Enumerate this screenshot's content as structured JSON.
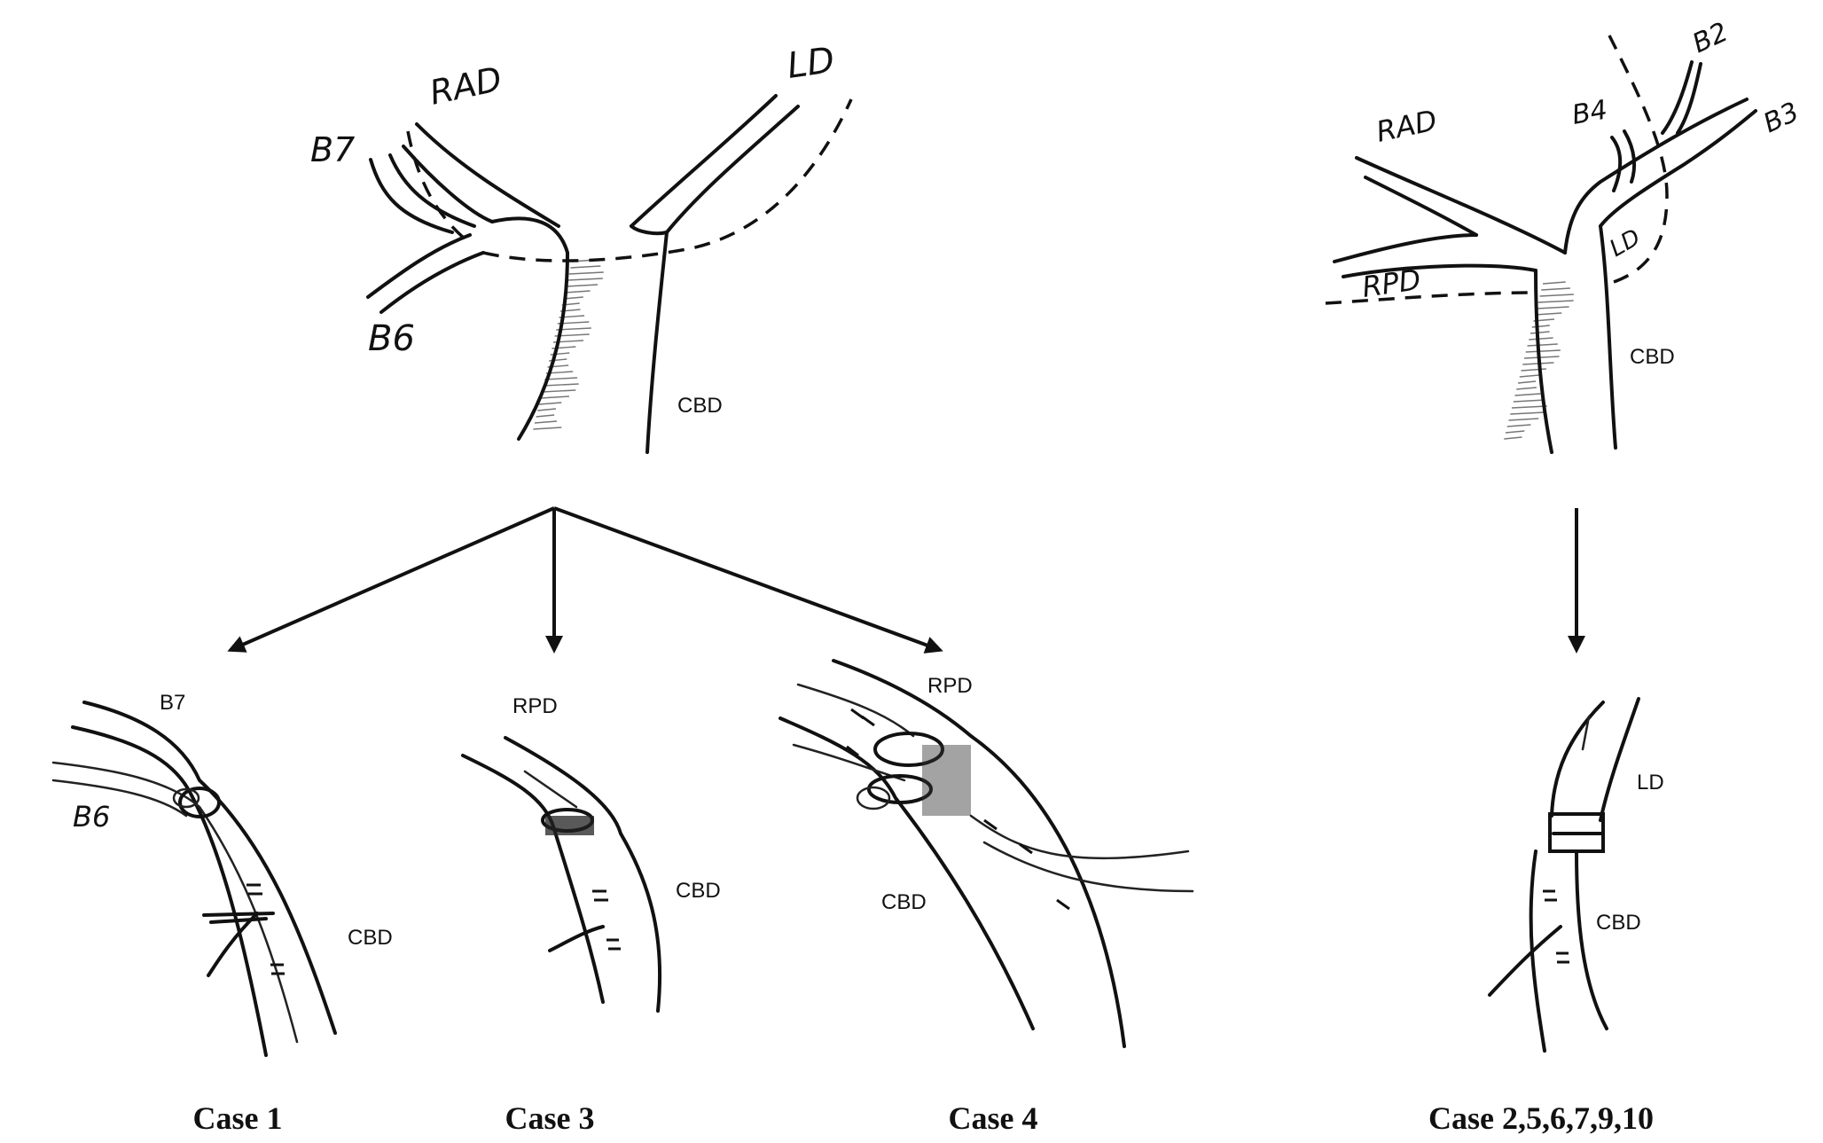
{
  "top_left_labels": {
    "rad": "RAD",
    "ld": "LD",
    "b7": "B7",
    "b6": "B6",
    "cbd": "CBD"
  },
  "top_right_labels": {
    "rad": "RAD",
    "b4": "B4",
    "b2": "B2",
    "b3": "B3",
    "rpd": "RPD",
    "ld": "LD",
    "cbd": "CBD"
  },
  "case1_labels": {
    "b7": "B7",
    "b6": "B6",
    "cbd": "CBD"
  },
  "case3_labels": {
    "rpd": "RPD",
    "cbd": "CBD"
  },
  "case4_labels": {
    "rpd": "RPD",
    "cbd": "CBD"
  },
  "case_right_labels": {
    "ld": "LD",
    "cbd": "CBD"
  },
  "captions": {
    "case1": "Case 1",
    "case3": "Case 3",
    "case4": "Case 4",
    "case_group": "Case 2,5,6,7,9,10"
  }
}
